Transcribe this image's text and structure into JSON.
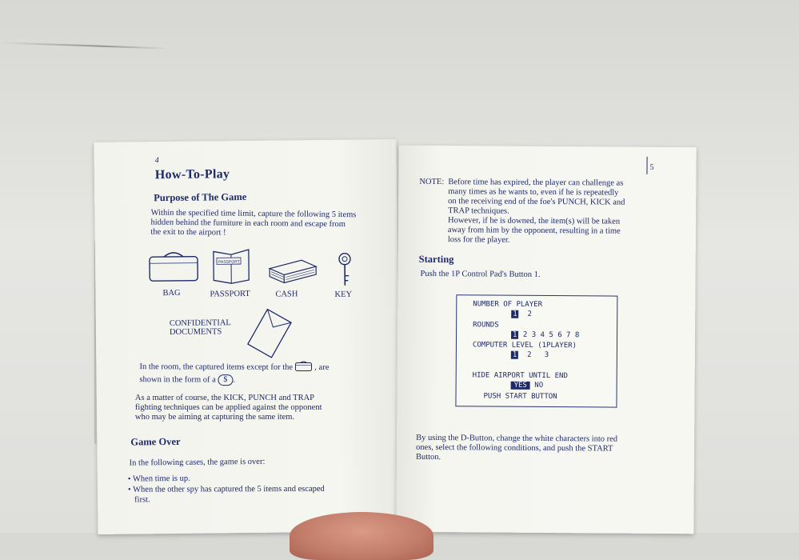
{
  "left": {
    "page_number": "4",
    "title": "How-To-Play",
    "purpose_heading": "Purpose of The Game",
    "purpose_lines": [
      "Within the specified time limit, capture the following 5 items",
      "hidden behind the furniture in each room and escape from",
      "the exit to the airport !"
    ],
    "items": [
      "BAG",
      "PASSPORT",
      "CASH",
      "KEY"
    ],
    "passport_icon_text": "PASSPORT",
    "confidential_lines": [
      "CONFIDENTIAL",
      "DOCUMENTS"
    ],
    "captured_line1_a": "In the room, the captured items except for the",
    "captured_line1_b": ", are",
    "captured_line2_a": "shown in the form of a",
    "cash_symbol": "$",
    "captured_line2_b": ".",
    "fighting_lines": [
      "As a matter of course, the KICK, PUNCH and TRAP",
      "fighting techniques can be applied against the opponent",
      "who may be aiming at capturing the same item."
    ],
    "game_over_heading": "Game Over",
    "game_over_intro": "In the following cases, the game is over:",
    "bullets": [
      "When time is up.",
      "When the other spy has captured the 5 items and escaped"
    ],
    "bullet2_cont": "first."
  },
  "right": {
    "page_number": "5",
    "note_prefix": "NOTE:",
    "note_lines": [
      "Before time has expired, the player can challenge as",
      "many times as he wants to, even if he is repeatedly",
      "on the receiving end of the foe's PUNCH, KICK and",
      "TRAP techniques.",
      "However, if he is downed, the item(s) will be taken",
      "away from him by the opponent, resulting in a time",
      "loss for the player."
    ],
    "starting_heading": "Starting",
    "starting_text": "Push the 1P Control Pad's Button 1.",
    "menu": {
      "number_of_player_label": "NUMBER OF PLAYER",
      "players_selected": "1",
      "players_other": "2",
      "rounds_label": "ROUNDS",
      "rounds_selected": "1",
      "rounds_other": "2 3 4 5 6 7 8",
      "computer_level_label": "COMPUTER LEVEL (1PLAYER)",
      "level_selected": "1",
      "level_other_a": "2",
      "level_other_b": "3",
      "hide_airport_label": "HIDE AIRPORT UNTIL END",
      "hide_yes": "YES",
      "hide_no": "NO",
      "push_start": "PUSH START BUTTON"
    },
    "dbutton_lines": [
      "By using the D-Button, change the white characters into red",
      "ones, select the following conditions, and push the START",
      "Button."
    ]
  },
  "colors": {
    "ink": "#1e2a68",
    "paper": "#f6f6f1",
    "background": "#dededb"
  },
  "icons": [
    "bag-icon",
    "passport-icon",
    "cash-icon",
    "key-icon",
    "envelope-icon",
    "cash-symbol-icon"
  ]
}
